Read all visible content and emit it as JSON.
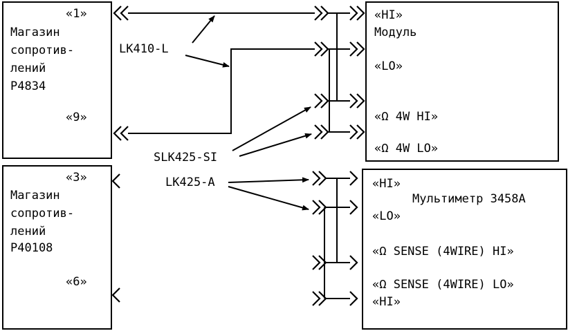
{
  "boxes": {
    "p4834": {
      "terminal_top": "«1»",
      "name_lines": [
        "Магазин",
        "сопротив-",
        "лений",
        "Р4834"
      ],
      "terminal_bottom": "«9»"
    },
    "p40108": {
      "terminal_top": "«3»",
      "name_lines": [
        "Магазин",
        "сопротив-",
        "лений",
        "Р40108"
      ],
      "terminal_bottom": "«6»"
    },
    "module": {
      "title": "Модуль",
      "terminals": [
        "«HI»",
        "«LO»",
        "«Ω 4W HI»",
        "«Ω 4W LO»"
      ]
    },
    "multimeter": {
      "title": "Мультиметр 3458А",
      "terminals": [
        "«HI»",
        "«LO»",
        "«Ω SENSE (4WIRE) HI»",
        "«Ω SENSE (4WIRE) LO»",
        "«HI»"
      ]
    }
  },
  "cables": {
    "lk410": "LK410-L",
    "slk425": "SLK425-SI",
    "lk425": "LK425-A"
  }
}
